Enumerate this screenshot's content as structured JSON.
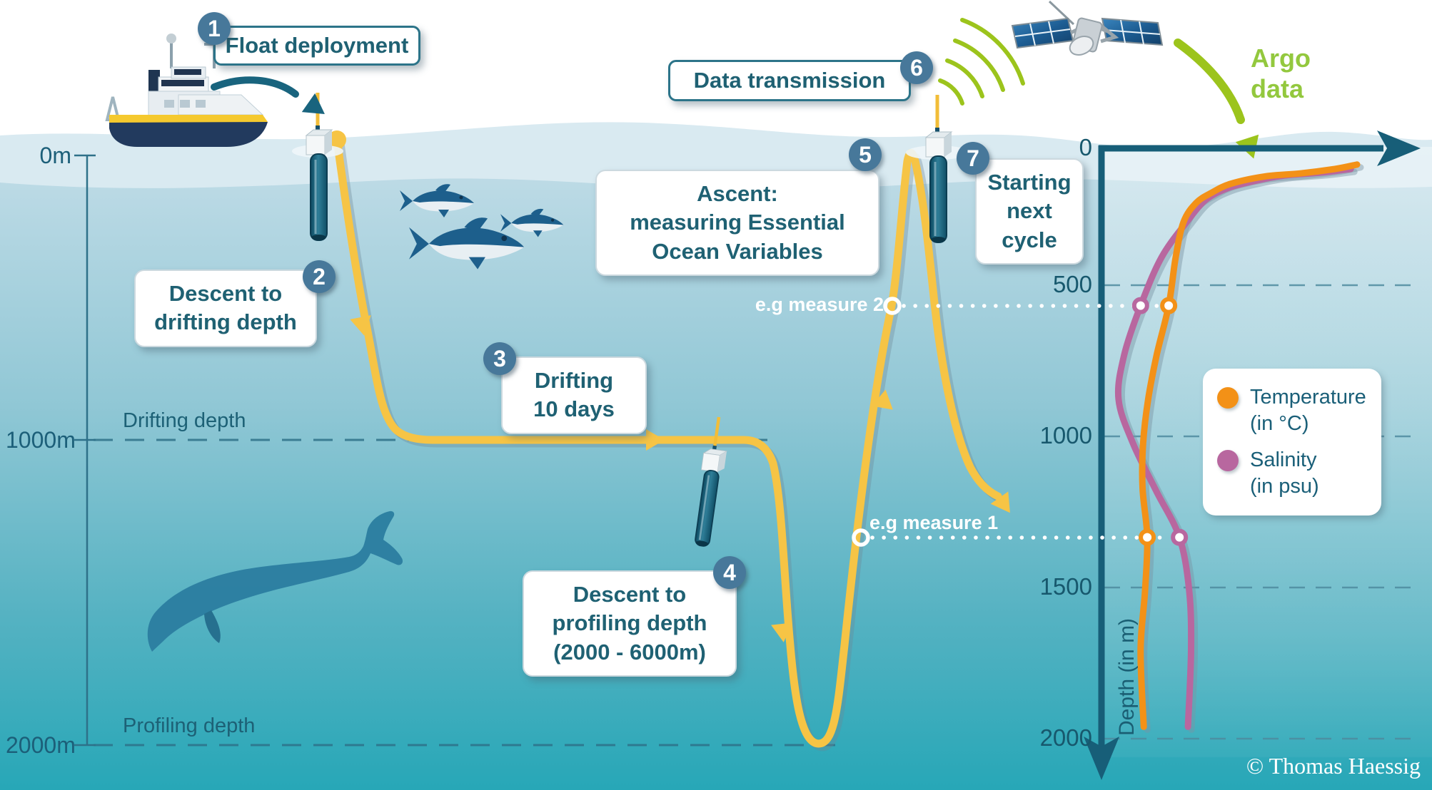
{
  "steps": [
    {
      "num": "1",
      "label": "Float deployment"
    },
    {
      "num": "2",
      "label": "Descent to\ndrifting depth"
    },
    {
      "num": "3",
      "label": "Drifting\n10 days"
    },
    {
      "num": "4",
      "label": "Descent to\nprofiling depth\n(2000 - 6000m)"
    },
    {
      "num": "5",
      "label": "Ascent:\nmeasuring Essential\nOcean Variables"
    },
    {
      "num": "6",
      "label": "Data transmission"
    },
    {
      "num": "7",
      "label": "Starting\nnext\ncycle"
    }
  ],
  "depth_scale": {
    "surface": "0m",
    "drifting": "1000m",
    "profiling": "2000m",
    "drifting_line_label": "Drifting depth",
    "profiling_line_label": "Profiling depth"
  },
  "annotations": {
    "measure1": "e.g measure 1",
    "measure2": "e.g measure 2",
    "argo_data": "Argo\ndata"
  },
  "credit": "© Thomas Haessig",
  "colors": {
    "accent_yellow": "#f6c445",
    "deep_teal": "#175e78",
    "badge_blue": "#47789a",
    "green": "#9cc41c",
    "text_teal": "#1f6173",
    "temperature": "#f39117",
    "salinity": "#b8679f"
  },
  "chart_data": {
    "type": "line",
    "description": "Vertical ocean profiles of temperature and salinity measured during the Argo float ascent",
    "ylabel": "Depth (in m)",
    "ylim": [
      0,
      2000
    ],
    "y_ticks": [
      0,
      500,
      1000,
      1500,
      2000
    ],
    "y_tick_labels": [
      "0",
      "500",
      "1000",
      "1500",
      "2000"
    ],
    "x_axis_labeled": false,
    "grid": "dashed horizontal gridline every 500 m",
    "legend_position": "middle-right",
    "legend": [
      {
        "label": "Temperature\n(in °C)",
        "color": "#f39117"
      },
      {
        "label": "Salinity\n(in psu)",
        "color": "#b8679f"
      }
    ],
    "series": [
      {
        "name": "Temperature",
        "unit": "°C",
        "color": "#f39117",
        "points": [
          [
            55,
            81
          ],
          [
            70,
            74
          ],
          [
            85,
            63
          ],
          [
            95,
            52
          ],
          [
            120,
            41
          ],
          [
            150,
            35
          ],
          [
            185,
            30
          ],
          [
            250,
            26
          ],
          [
            370,
            23.5
          ],
          [
            533,
            21.3
          ],
          [
            700,
            17.5
          ],
          [
            850,
            14.8
          ],
          [
            1000,
            13.2
          ],
          [
            1150,
            13.0
          ],
          [
            1318,
            14.5
          ],
          [
            1500,
            13.8
          ],
          [
            1700,
            12.4
          ],
          [
            1960,
            13.4
          ]
        ]
      },
      {
        "name": "Salinity",
        "unit": "psu",
        "color": "#b8679f",
        "points": [
          [
            70,
            79
          ],
          [
            82,
            70
          ],
          [
            92,
            58
          ],
          [
            112,
            48
          ],
          [
            135,
            40
          ],
          [
            175,
            33
          ],
          [
            250,
            27
          ],
          [
            370,
            19
          ],
          [
            533,
            12.4
          ],
          [
            700,
            7.2
          ],
          [
            850,
            5.4
          ],
          [
            1000,
            10.0
          ],
          [
            1160,
            17.3
          ],
          [
            1318,
            24.7
          ],
          [
            1500,
            27.8
          ],
          [
            1700,
            28.4
          ],
          [
            1960,
            27.4
          ]
        ]
      }
    ],
    "measure_points": [
      {
        "label": "e.g measure 2",
        "depth": 533,
        "temperature_x_pct": 21.3,
        "salinity_x_pct": 12.4
      },
      {
        "label": "e.g measure 1",
        "depth": 1318,
        "temperature_x_pct": 14.5,
        "salinity_x_pct": 24.7
      }
    ]
  }
}
